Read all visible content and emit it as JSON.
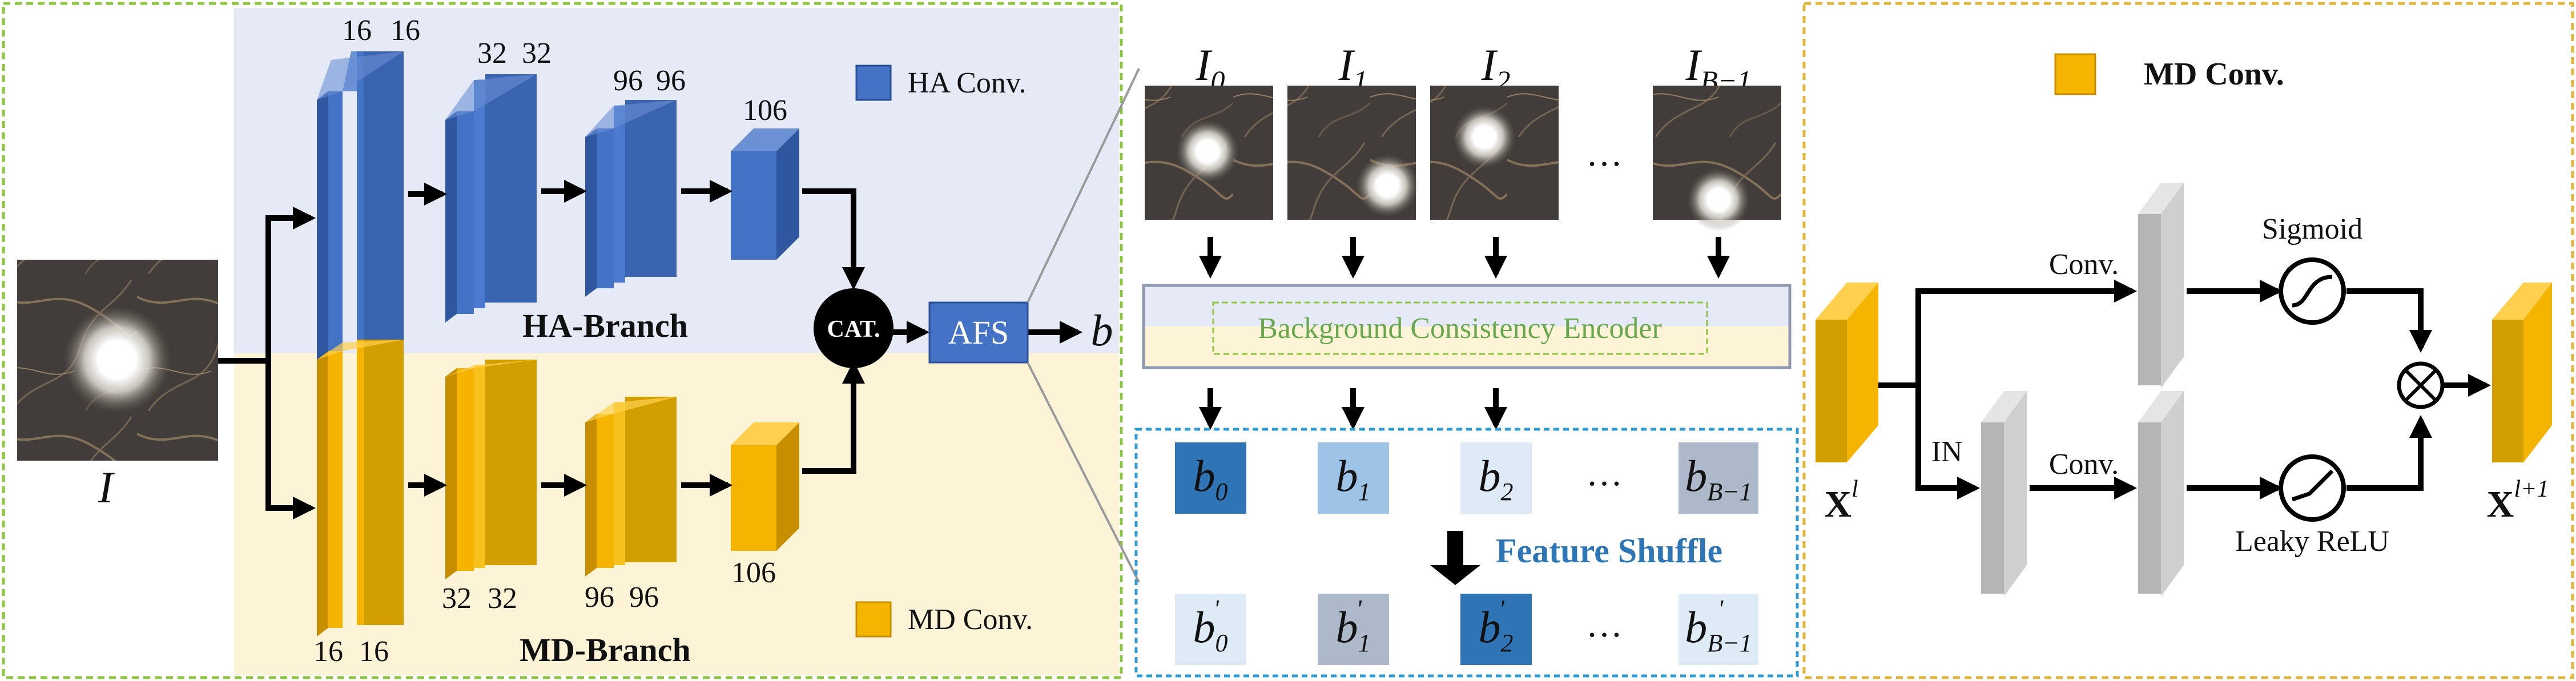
{
  "colors": {
    "ha_blue": "#4472c4",
    "md_yellow": "#f4b400",
    "ha_bg": "#e5eaf6",
    "md_bg": "#fdf4d8",
    "green_border": "#8cc63f",
    "blue_dotted": "#2e9bd6",
    "yellow_dotted": "#e2b43c",
    "gray_block": "#c9c9c9",
    "b_dark": "#2f75b5",
    "b_light": "#9dc3e6",
    "b_pale": "#deebf7",
    "b_gray": "#adb9ca"
  },
  "left": {
    "input_label": "I",
    "ha_channels": [
      [
        "16",
        "16"
      ],
      [
        "32",
        "32"
      ],
      [
        "96",
        "96"
      ],
      [
        "106"
      ]
    ],
    "md_channels": [
      [
        "16",
        "16"
      ],
      [
        "32",
        "32"
      ],
      [
        "96",
        "96"
      ],
      [
        "106"
      ]
    ],
    "ha_branch": "HA-Branch",
    "md_branch": "MD-Branch",
    "cat": "CAT.",
    "afs": "AFS",
    "output": "b",
    "legend_ha": "HA Conv.",
    "legend_md": "MD Conv."
  },
  "middle": {
    "images": [
      {
        "base": "I",
        "sub": "0"
      },
      {
        "base": "I",
        "sub": "1"
      },
      {
        "base": "I",
        "sub": "2"
      },
      {
        "base": "I",
        "sub": "B−1"
      }
    ],
    "ellipsis": "…",
    "encoder": "Background Consistency Encoder",
    "features": [
      {
        "base": "b",
        "sub": "0"
      },
      {
        "base": "b",
        "sub": "1"
      },
      {
        "base": "b",
        "sub": "2"
      },
      {
        "base": "b",
        "sub": "B−1"
      }
    ],
    "shuffled": [
      {
        "base": "b",
        "sub": "0",
        "sup": "'"
      },
      {
        "base": "b",
        "sub": "1",
        "sup": "'"
      },
      {
        "base": "b",
        "sub": "2",
        "sup": "'"
      },
      {
        "base": "b",
        "sub": "B−1",
        "sup": "'"
      }
    ],
    "shuffle_label": "Feature Shuffle"
  },
  "right": {
    "title": "MD Conv.",
    "conv_top": "Conv.",
    "conv_bottom": "Conv.",
    "in_label": "IN",
    "sigmoid": "Sigmoid",
    "leaky": "Leaky ReLU",
    "x_in": {
      "base": "X",
      "sup": "l"
    },
    "x_out": {
      "base": "X",
      "sup": "l+1"
    }
  }
}
